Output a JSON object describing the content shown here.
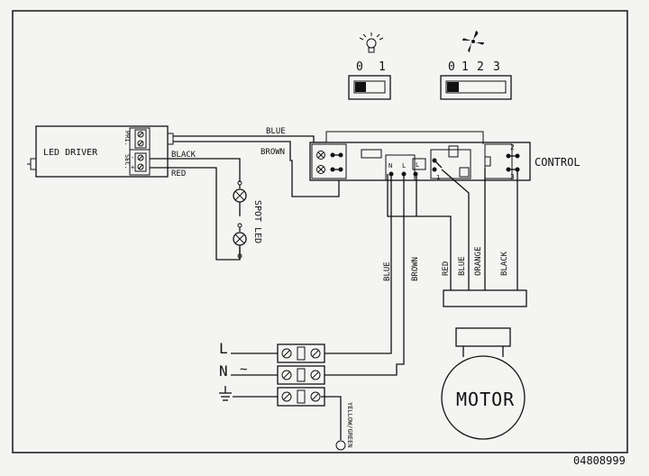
{
  "light_switch": {
    "icon": "light-bulb-icon",
    "positions": [
      "0",
      "1"
    ]
  },
  "fan_switch": {
    "icon": "fan-icon",
    "positions": [
      "0",
      "1",
      "2",
      "3"
    ]
  },
  "led_driver": {
    "label": "LED DRIVER",
    "pri": "PRI.",
    "sec": "SEC.",
    "minus": "-",
    "plus": "+"
  },
  "wires_top": {
    "blue": "BLUE",
    "brown": "BROWN",
    "black": "BLACK",
    "red": "RED"
  },
  "spot_led": "SPOT LED",
  "control": {
    "label": "CONTROL",
    "terminals": [
      "N",
      "L",
      "1",
      "2",
      "3"
    ]
  },
  "mains_wires": {
    "blue": "BLUE",
    "brown": "BROWN"
  },
  "motor_wires": {
    "red": "RED",
    "blue": "BLUE",
    "orange": "ORANGE",
    "black": "BLACK"
  },
  "mains": {
    "l": "L",
    "n": "N",
    "ac_symbol": "~",
    "earth_icon": "earth-ground-icon"
  },
  "earth_wire": "YELLOW/GREEN",
  "motor": "MOTOR",
  "doc_number": "04808999"
}
